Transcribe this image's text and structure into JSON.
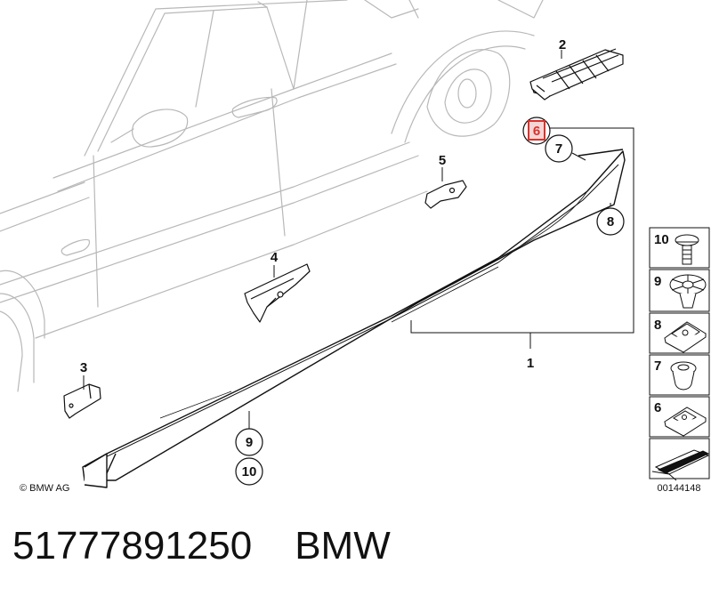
{
  "diagram": {
    "callouts": [
      {
        "id": "c1",
        "label": "1"
      },
      {
        "id": "c2",
        "label": "2"
      },
      {
        "id": "c3",
        "label": "3"
      },
      {
        "id": "c4",
        "label": "4"
      },
      {
        "id": "c5",
        "label": "5"
      },
      {
        "id": "c6",
        "label": "6",
        "highlighted": true
      },
      {
        "id": "c7",
        "label": "7"
      },
      {
        "id": "c8",
        "label": "8"
      },
      {
        "id": "c9",
        "label": "9"
      },
      {
        "id": "c10",
        "label": "10"
      }
    ],
    "legend": [
      "10",
      "9",
      "8",
      "7",
      "6"
    ],
    "copyright": "© BMW AG",
    "diagram_code": "00144148",
    "highlight_color": "#d9322b"
  },
  "caption": {
    "part_number": "51777891250",
    "brand": "BMW"
  }
}
